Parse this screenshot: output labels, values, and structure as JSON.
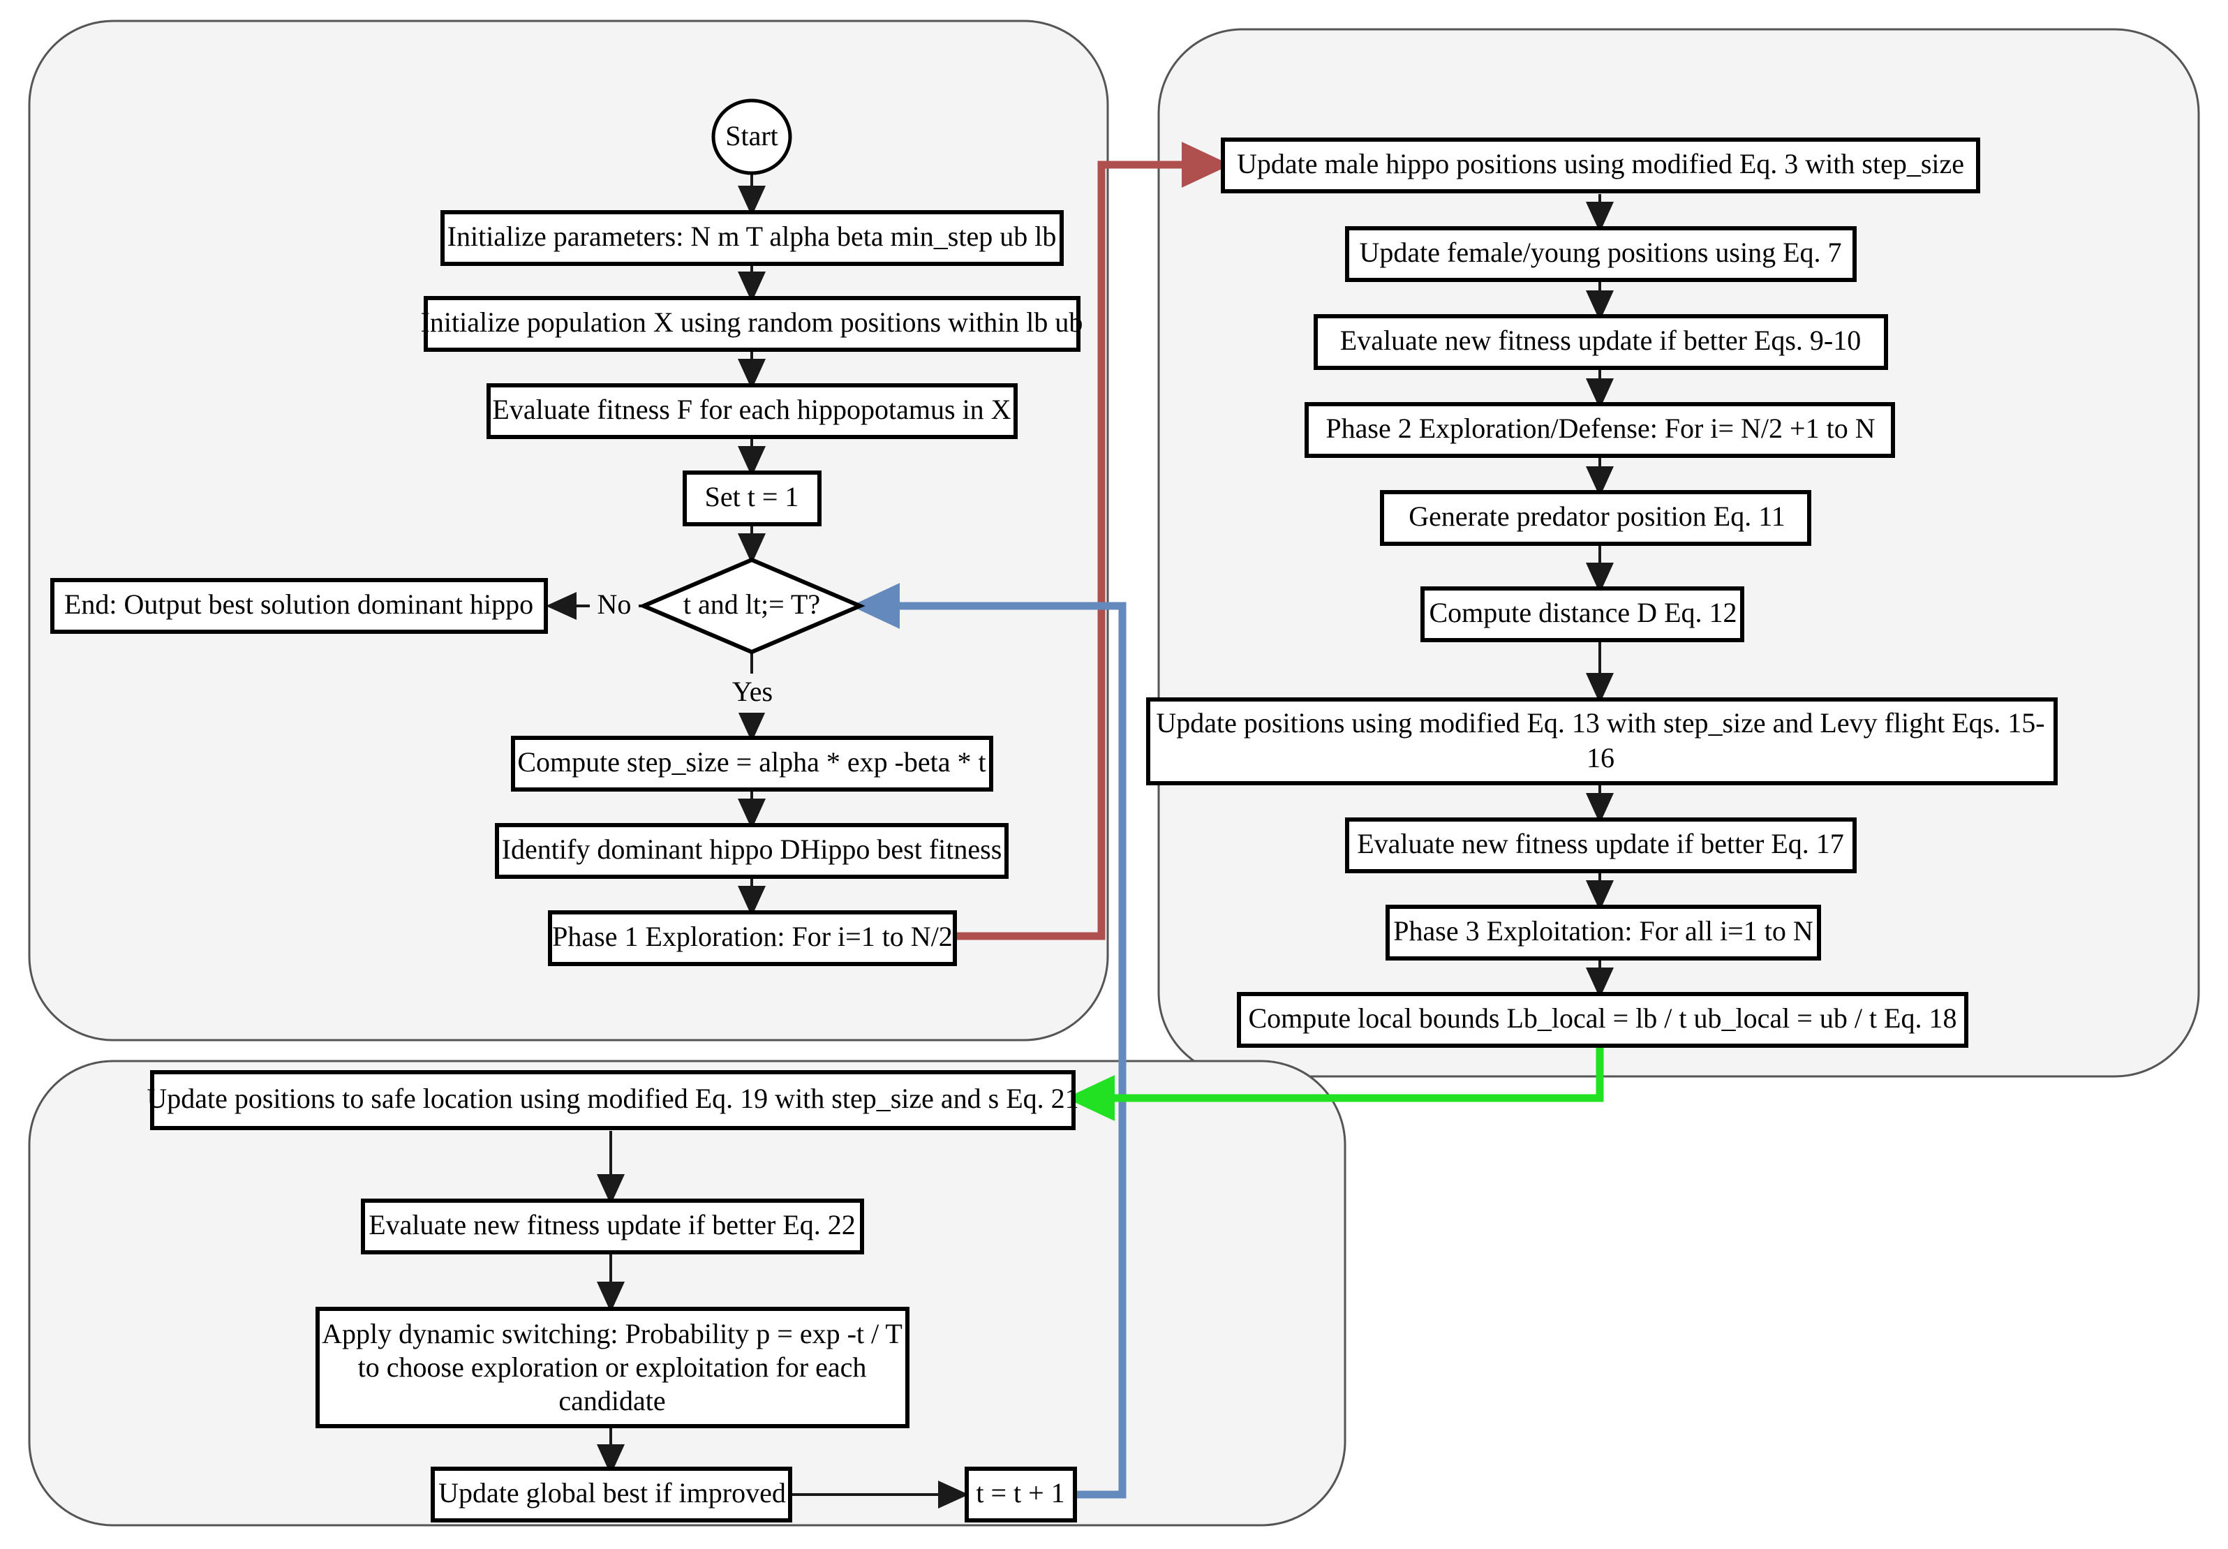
{
  "diagram": {
    "title": "Modified Hippopotamus Optimization Algorithm Flowchart",
    "colors": {
      "panel_fill": "#f4f4f4",
      "panel_stroke": "#555555",
      "node_fill": "#ffffff",
      "node_stroke": "#000000",
      "edge": "#1a1a1a",
      "red_edge": "#b0504e",
      "blue_edge": "#6489bd",
      "green_edge": "#22e022",
      "background": "#ffffff"
    }
  },
  "panels": {
    "main_loop": "panel-main-loop",
    "phase_two": "panel-phase-two",
    "phase_three": "panel-phase-three"
  },
  "nodes": {
    "start": "Start",
    "init_params": "Initialize parameters: N m T alpha beta min_step ub lb",
    "init_pop": "Initialize population X using random positions within lb ub",
    "eval_fitness": "Evaluate fitness F for each hippopotamus in X",
    "set_t": "Set t = 1",
    "decision": "t and lt;= T?",
    "end_output": "End: Output best solution dominant hippo",
    "compute_step": "Compute step_size = alpha * exp -beta * t",
    "identify_dominant": "Identify dominant hippo DHippo best fitness",
    "phase1": "Phase 1 Exploration: For i=1 to N/2",
    "update_male": "Update male hippo positions using modified Eq. 3 with step_size",
    "update_female": "Update female/young positions using Eq. 7",
    "eval_910": "Evaluate new fitness update if better Eqs. 9-10",
    "phase2": "Phase 2 Exploration/Defense: For i= N/2 +1 to N",
    "gen_predator": "Generate predator position Eq. 11",
    "compute_dist": "Compute distance D Eq. 12",
    "update_13_line1": "Update positions using modified Eq. 13 with step_size and Levy flight Eqs. 15-",
    "update_13_line2": "16",
    "eval_17": "Evaluate new fitness update if better Eq. 17",
    "phase3": "Phase 3 Exploitation: For all i=1 to N",
    "local_bounds": "Compute local bounds Lb_local = lb / t ub_local = ub / t Eq. 18",
    "safe_location": "Update positions to safe location using modified Eq. 19 with step_size and s Eq. 21",
    "eval_22": "Evaluate new fitness update if better Eq. 22",
    "dynamic_line1": "Apply dynamic switching: Probability p = exp -t / T",
    "dynamic_line2": "to choose exploration or exploitation for each",
    "dynamic_line3": "candidate",
    "update_global": "Update global best if improved",
    "increment_t": "t = t + 1"
  },
  "edge_labels": {
    "no": "No",
    "yes": "Yes"
  }
}
